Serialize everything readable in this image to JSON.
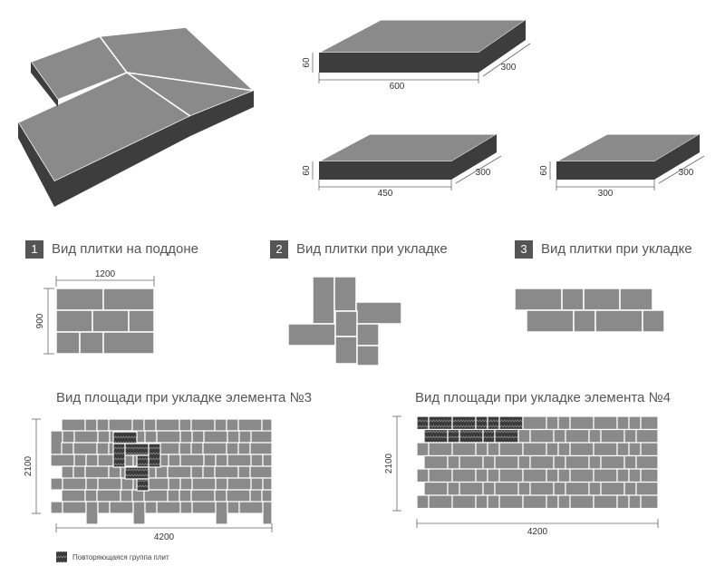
{
  "tiles": {
    "t600": {
      "length": "600",
      "width": "300",
      "height": "60"
    },
    "t450": {
      "length": "450",
      "width": "300",
      "height": "60"
    },
    "t300": {
      "length": "300",
      "width": "300",
      "height": "60"
    }
  },
  "steps": [
    {
      "num": "1",
      "title": "Вид плитки на поддоне"
    },
    {
      "num": "2",
      "title": "Вид плитки при укладке"
    },
    {
      "num": "3",
      "title": "Вид плитки при укладке"
    }
  ],
  "pallet": {
    "width": "1200",
    "height": "900"
  },
  "areas": [
    {
      "title": "Вид площади при укладке элемента №3",
      "width": "4200",
      "height": "2100"
    },
    {
      "title": "Вид площади при укладке элемента №4",
      "width": "4200",
      "height": "2100"
    }
  ],
  "legend": {
    "text": "Повторяющаяся группа плит"
  },
  "colors": {
    "tile_top": "#8a8a8a",
    "tile_side": "#3d3d3d",
    "tile_edge": "#ffffff",
    "highlight": "#3a3a3a",
    "dim_line": "#666666",
    "step_box": "#555555"
  }
}
